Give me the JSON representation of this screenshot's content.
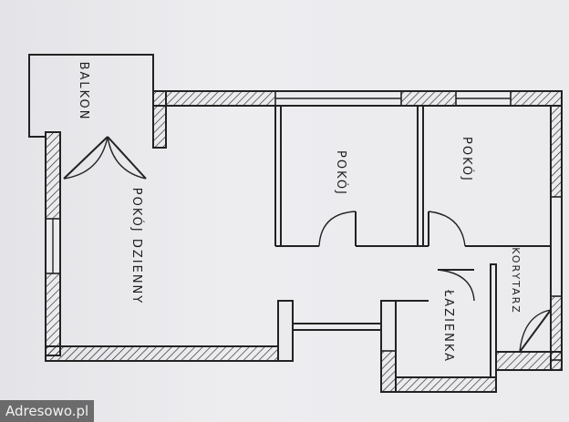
{
  "rooms": {
    "balkon": "BALKON",
    "pokoj_dzienny": "POKÓJ DZIENNY",
    "pokoj_1": "POKÓJ",
    "pokoj_2": "POKÓJ",
    "lazienka": "ŁAZIENKA",
    "korytarz": "KORYTARZ"
  },
  "watermark": "Adresowo.pl"
}
